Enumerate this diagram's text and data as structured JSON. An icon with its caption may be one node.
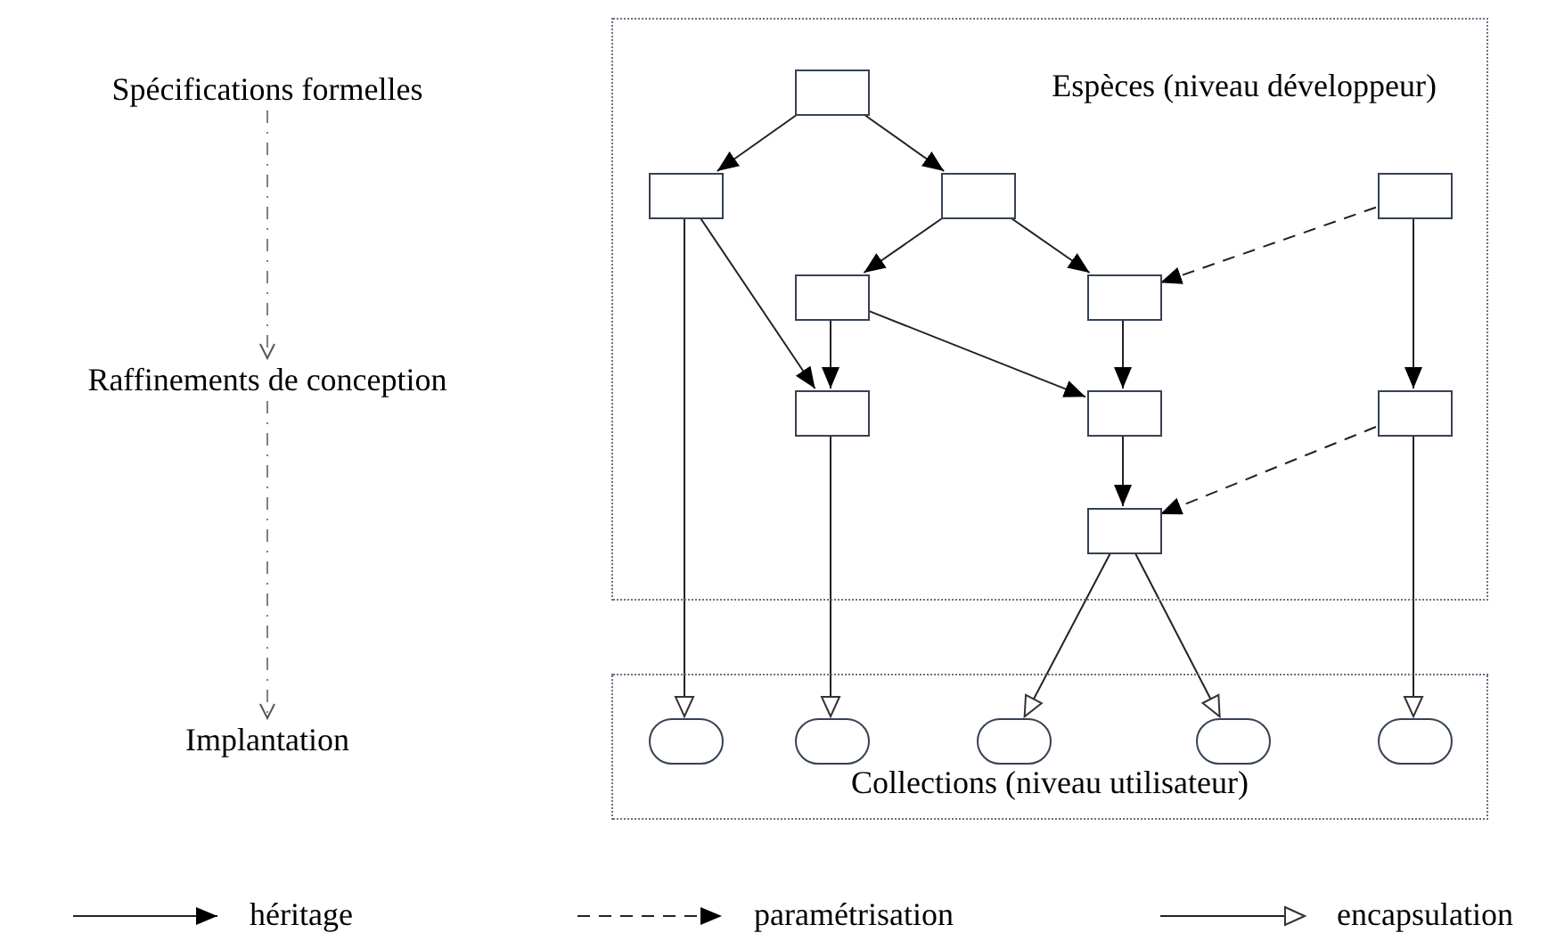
{
  "diagram": {
    "nodes": [
      {
        "text": [
          "Spécifications formelles"
        ]
      },
      {
        "text": [
          "Raffinements de conception"
        ]
      },
      {
        "text": [
          "Implantation"
        ]
      },
      {
        "text": [
          "Espèces (niveau développeur)"
        ]
      },
      {
        "text": [],
        "shape": "box",
        "in": 3
      },
      {
        "text": [],
        "shape": "box",
        "in": 3
      },
      {
        "text": [],
        "shape": "box",
        "in": 3
      },
      {
        "text": [],
        "shape": "box",
        "in": 3
      },
      {
        "text": [],
        "shape": "box",
        "in": 3
      },
      {
        "text": [],
        "shape": "box",
        "in": 3
      },
      {
        "text": [],
        "shape": "box",
        "in": 3
      },
      {
        "text": [],
        "shape": "box",
        "in": 3
      },
      {
        "text": [],
        "shape": "box",
        "in": 3
      },
      {
        "text": [],
        "shape": "box",
        "in": 3
      },
      {
        "text": [
          "Collections (niveau utilisateur)"
        ]
      },
      {
        "text": [],
        "shape": "oval",
        "in": 14
      },
      {
        "text": [],
        "shape": "oval",
        "in": 14
      },
      {
        "text": [],
        "shape": "oval",
        "in": 14
      },
      {
        "text": [],
        "shape": "oval",
        "in": 14
      },
      {
        "text": [],
        "shape": "oval",
        "in": 14
      }
    ],
    "edges": [
      {
        "from": 0,
        "to": 1,
        "arrow": "to",
        "style": "dashed",
        "color": "#808080"
      },
      {
        "from": 1,
        "to": 2,
        "arrow": "to",
        "style": "dashed",
        "color": "#808080"
      },
      {
        "from": 4,
        "to": 5,
        "arrow": "to"
      },
      {
        "from": 4,
        "to": 6,
        "arrow": "to"
      },
      {
        "from": 5,
        "to": 10,
        "arrow": "to"
      },
      {
        "from": 6,
        "to": 8,
        "arrow": "to"
      },
      {
        "from": 6,
        "to": 9,
        "arrow": "to"
      },
      {
        "from": 7,
        "to": 9,
        "arrow": "to",
        "style": "dashed"
      },
      {
        "from": 7,
        "to": 12,
        "arrow": "to"
      },
      {
        "from": 8,
        "to": 10,
        "arrow": "to"
      },
      {
        "from": 8,
        "to": 11,
        "arrow": "to"
      },
      {
        "from": 9,
        "to": 11,
        "arrow": "to"
      },
      {
        "from": 11,
        "to": 13,
        "arrow": "to"
      },
      {
        "from": 12,
        "to": 13,
        "arrow": "to",
        "style": "dashed"
      },
      {
        "from": 5,
        "to": 15,
        "arrow": "to"
      },
      {
        "from": 10,
        "to": 16,
        "arrow": "to"
      },
      {
        "from": 13,
        "to": 17,
        "arrow": "to"
      },
      {
        "from": 13,
        "to": 18,
        "arrow": "to"
      },
      {
        "from": 12,
        "to": 19,
        "arrow": "to"
      }
    ],
    "legend": [
      {
        "text": "héritage"
      },
      {
        "text": "paramétrisation"
      },
      {
        "text": "encapsulation"
      }
    ]
  }
}
